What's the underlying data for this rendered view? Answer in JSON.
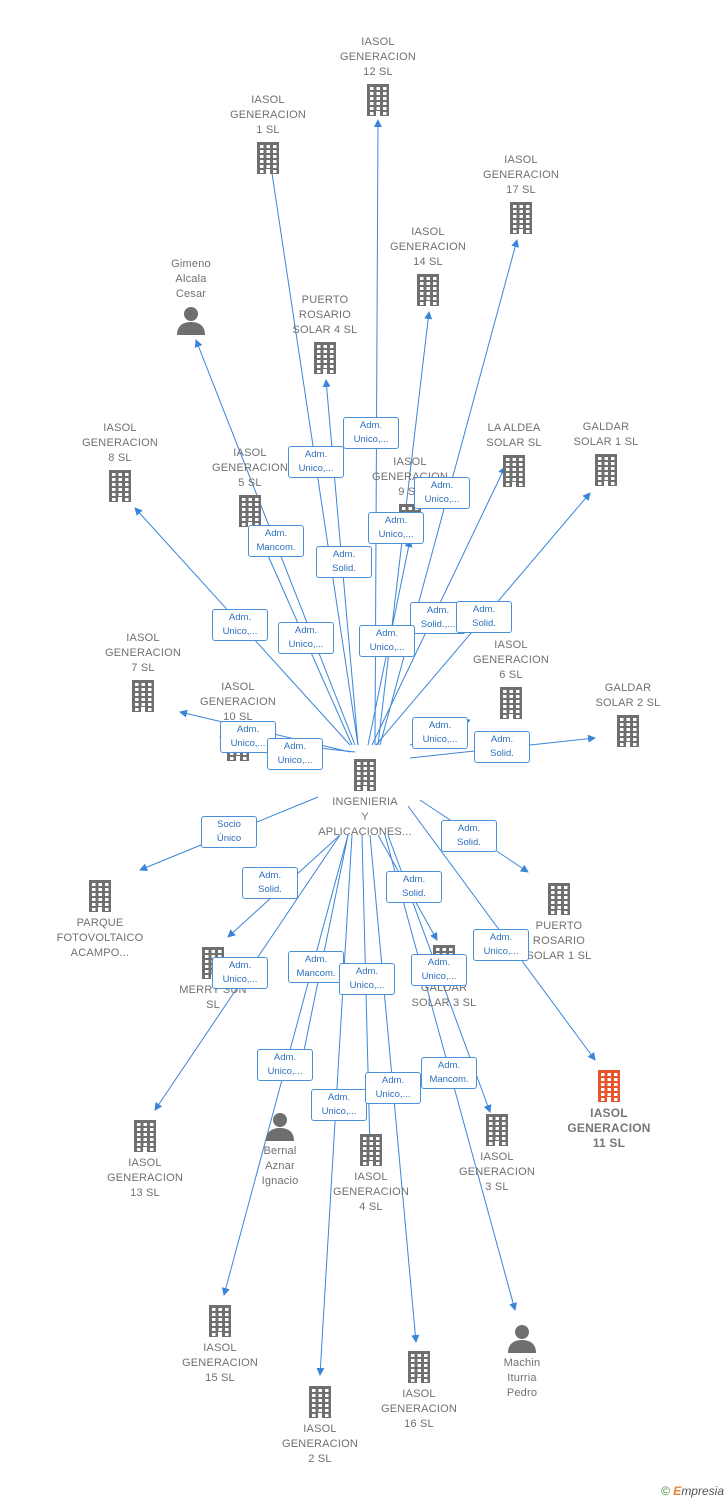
{
  "center": {
    "label": "INGENIERIA\nY\nAPLICACIONES..."
  },
  "nodes": [
    {
      "id": "n12",
      "label": "IASOL\nGENERACION\n12  SL",
      "type": "company"
    },
    {
      "id": "n1",
      "label": "IASOL\nGENERACION\n1  SL",
      "type": "company"
    },
    {
      "id": "n17",
      "label": "IASOL\nGENERACION\n17  SL",
      "type": "company"
    },
    {
      "id": "n14",
      "label": "IASOL\nGENERACION\n14  SL",
      "type": "company"
    },
    {
      "id": "gimeno",
      "label": "Gimeno\nAlcala\nCesar",
      "type": "person"
    },
    {
      "id": "pr4",
      "label": "PUERTO\nROSARIO\nSOLAR 4  SL",
      "type": "company"
    },
    {
      "id": "n8",
      "label": "IASOL\nGENERACION\n8  SL",
      "type": "company"
    },
    {
      "id": "n5",
      "label": "IASOL\nGENERACION\n5  SL",
      "type": "company"
    },
    {
      "id": "n9",
      "label": "IASOL\nGENERACION\n9  SL",
      "type": "company"
    },
    {
      "id": "aldea",
      "label": "LA ALDEA\nSOLAR  SL",
      "type": "company"
    },
    {
      "id": "galdar1",
      "label": "GALDAR\nSOLAR 1  SL",
      "type": "company"
    },
    {
      "id": "n7",
      "label": "IASOL\nGENERACION\n7  SL",
      "type": "company"
    },
    {
      "id": "n10",
      "label": "IASOL\nGENERACION\n10  SL",
      "type": "company"
    },
    {
      "id": "n6",
      "label": "IASOL\nGENERACION\n6  SL",
      "type": "company"
    },
    {
      "id": "galdar2",
      "label": "GALDAR\nSOLAR 2  SL",
      "type": "company"
    },
    {
      "id": "parque",
      "label": "PARQUE\nFOTOVOLTAICO\nACAMPO...",
      "type": "company"
    },
    {
      "id": "merry",
      "label": "MERRY SUN\nSL",
      "type": "company"
    },
    {
      "id": "pr1",
      "label": "PUERTO\nROSARIO\nSOLAR 1  SL",
      "type": "company"
    },
    {
      "id": "galdar3",
      "label": "GALDAR\nSOLAR 3  SL",
      "type": "company"
    },
    {
      "id": "n11",
      "label": "IASOL\nGENERACION\n11  SL",
      "type": "company",
      "highlight": true
    },
    {
      "id": "n13",
      "label": "IASOL\nGENERACION\n13  SL",
      "type": "company"
    },
    {
      "id": "bernal",
      "label": "Bernal\nAznar\nIgnacio",
      "type": "person"
    },
    {
      "id": "n4",
      "label": "IASOL\nGENERACION\n4  SL",
      "type": "company"
    },
    {
      "id": "n3",
      "label": "IASOL\nGENERACION\n3  SL",
      "type": "company"
    },
    {
      "id": "n15",
      "label": "IASOL\nGENERACION\n15  SL",
      "type": "company"
    },
    {
      "id": "machin",
      "label": "Machin\nIturria\nPedro",
      "type": "person"
    },
    {
      "id": "n16",
      "label": "IASOL\nGENERACION\n16  SL",
      "type": "company"
    },
    {
      "id": "n2",
      "label": "IASOL\nGENERACION\n2  SL",
      "type": "company"
    }
  ],
  "edge_labels": [
    {
      "text": "Adm.\nUnico,..."
    },
    {
      "text": "Adm.\nUnico,..."
    },
    {
      "text": "Adm.\nUnico,..."
    },
    {
      "text": "Adm.\nUnico,..."
    },
    {
      "text": "Adm.\nMancom."
    },
    {
      "text": "Adm.\nSolid."
    },
    {
      "text": "Adm.\nUnico,..."
    },
    {
      "text": "Adm.\nUnico,..."
    },
    {
      "text": "Adm.\nSolid.,..."
    },
    {
      "text": "Adm.\nSolid."
    },
    {
      "text": "Adm.\nUnico,..."
    },
    {
      "text": "Adm.\nUnico,..."
    },
    {
      "text": "Adm.\nUnico,..."
    },
    {
      "text": "Adm.\nUnico,..."
    },
    {
      "text": "Adm.\nSolid."
    },
    {
      "text": "Socio\nÚnico"
    },
    {
      "text": "Adm.\nSolid."
    },
    {
      "text": "Adm.\nSolid."
    },
    {
      "text": "Adm.\nSolid."
    },
    {
      "text": "Adm.\nUnico,..."
    },
    {
      "text": "Adm.\nUnico,..."
    },
    {
      "text": "Adm.\nMancom."
    },
    {
      "text": "Adm.\nUnico,..."
    },
    {
      "text": "Adm.\nUnico,..."
    },
    {
      "text": "Adm.\nUnico,..."
    },
    {
      "text": "Adm.\nMancom."
    },
    {
      "text": "Adm.\nUnico,..."
    },
    {
      "text": "Adm.\nUnico,..."
    }
  ],
  "footer": {
    "copyright": "©",
    "brand_initial": "E",
    "brand_rest": "mpresia"
  },
  "colors": {
    "edge": "#3a85d8",
    "node": "#6f6f6f",
    "highlight": "#e8542c"
  }
}
